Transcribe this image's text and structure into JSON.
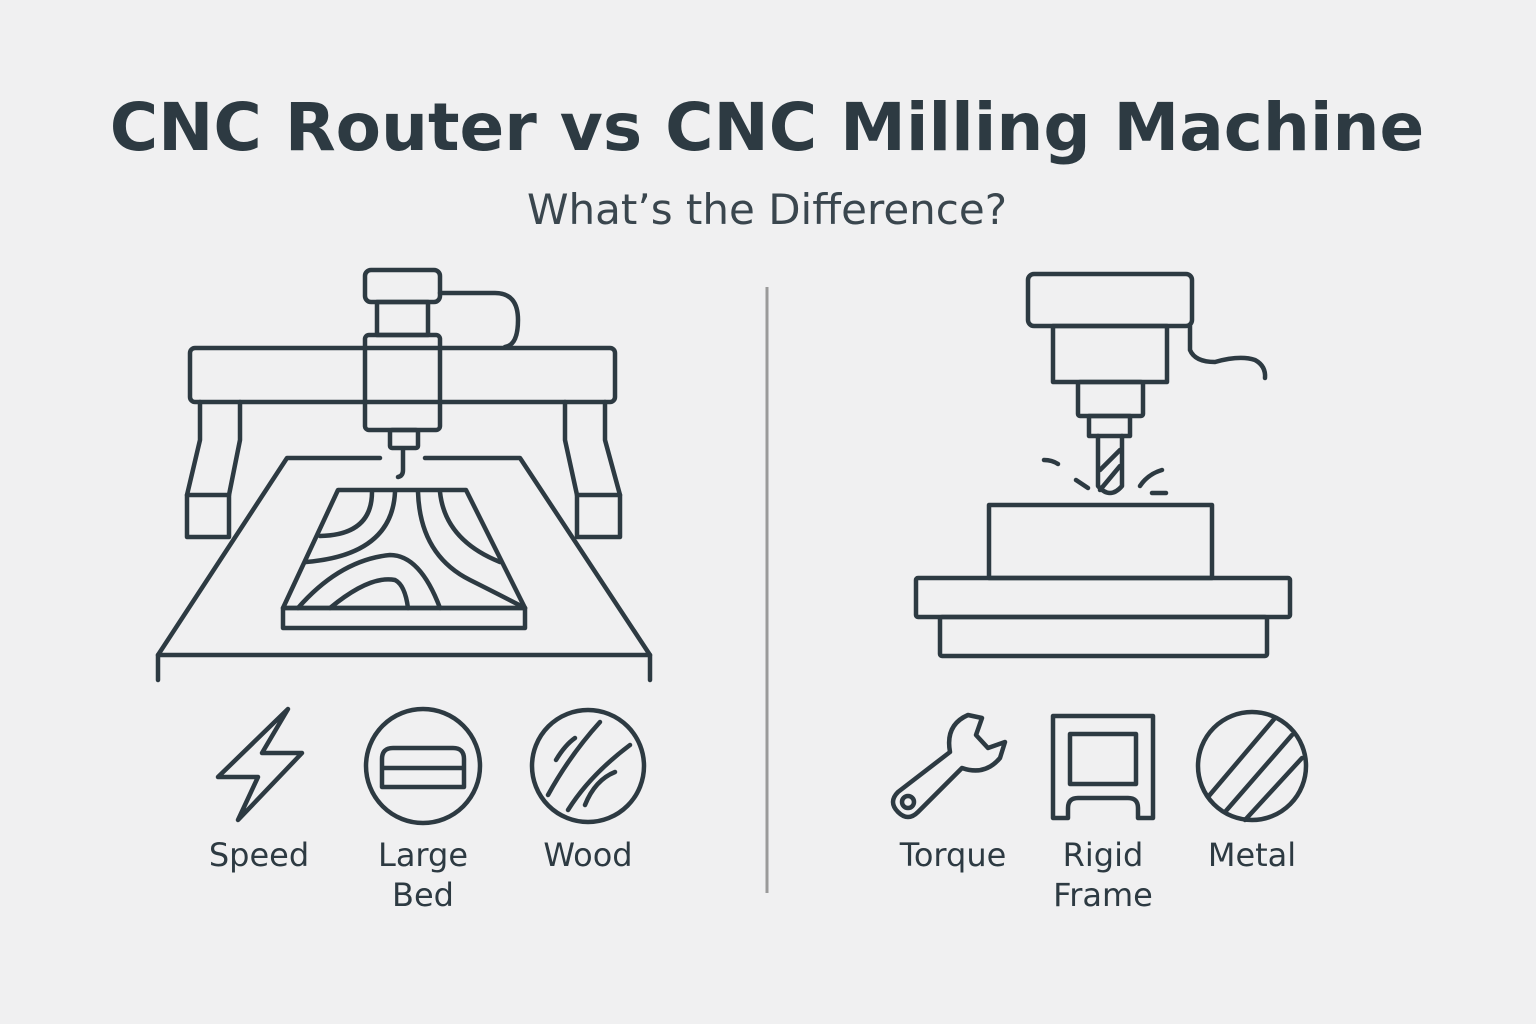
{
  "title": "CNC Router vs CNC Milling Machine",
  "subtitle": "What’s the Difference?",
  "colors": {
    "background": "#f0f0f1",
    "stroke": "#2d3a42",
    "divider": "#9a9a9a"
  },
  "router": {
    "features": [
      {
        "icon": "lightning-icon",
        "label": "Speed"
      },
      {
        "icon": "large-bed-icon",
        "label_line1": "Large",
        "label_line2": "Bed"
      },
      {
        "icon": "wood-icon",
        "label": "Wood"
      }
    ]
  },
  "mill": {
    "features": [
      {
        "icon": "wrench-icon",
        "label": "Torque"
      },
      {
        "icon": "frame-icon",
        "label_line1": "Rigid",
        "label_line2": "Frame"
      },
      {
        "icon": "metal-icon",
        "label": "Metal"
      }
    ]
  }
}
